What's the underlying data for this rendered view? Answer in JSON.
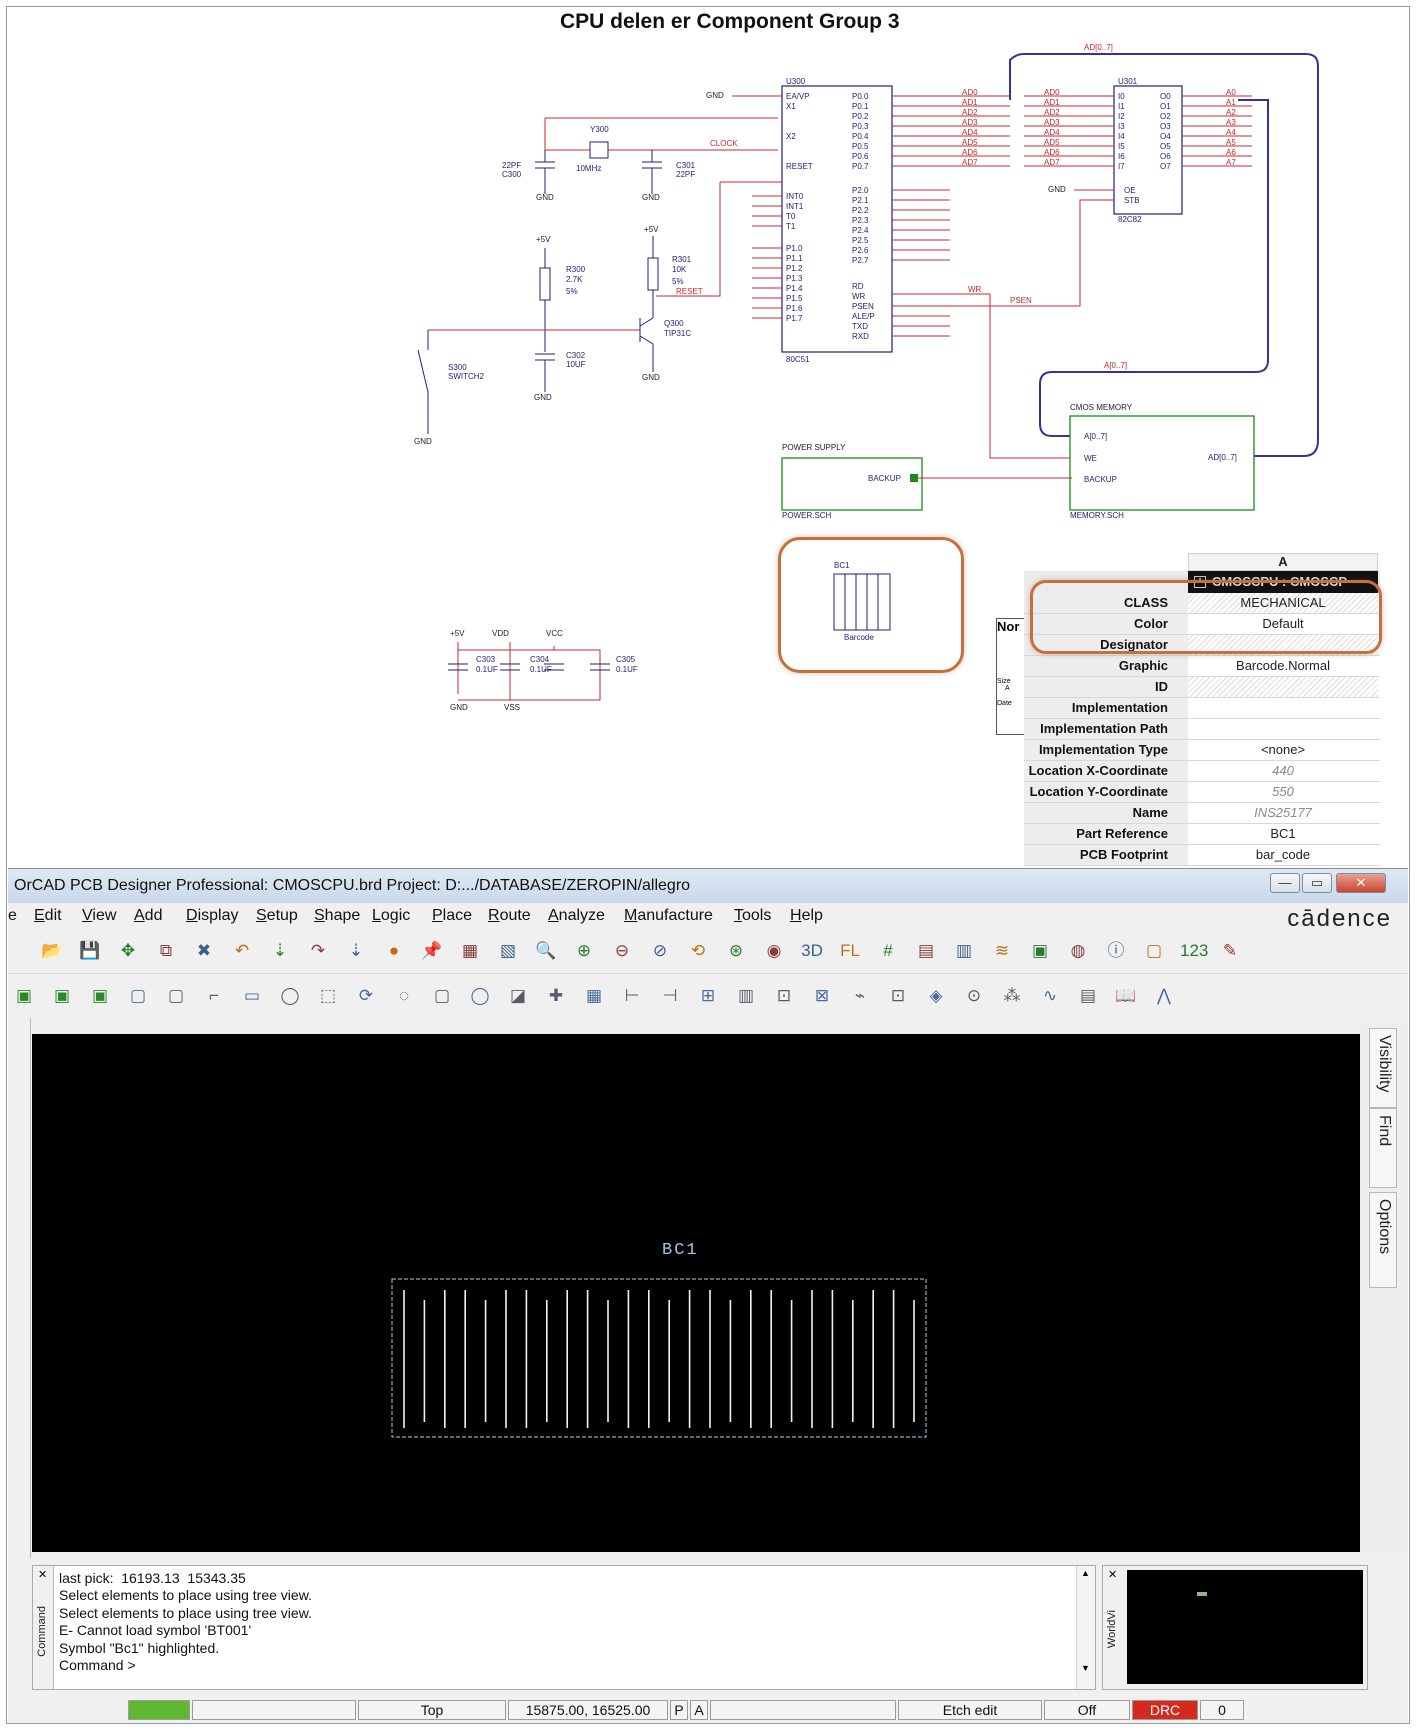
{
  "schematic": {
    "title": "CPU delen er Component Group 3",
    "barcode_ref": "BC1",
    "barcode_name": "Barcode",
    "labels": {
      "u300": "U300",
      "u300_type": "80C51",
      "u301": "U301",
      "u301_type": "82C82",
      "y300": "Y300",
      "y300_val": "10MHz",
      "c300": "C300",
      "c300_val": "22PF",
      "c301": "C301",
      "c301_val": "22PF",
      "r300": "R300",
      "r300_val": "2.7K",
      "r300_tol": "5%",
      "r301": "R301",
      "r301_val": "10K",
      "r301_tol": "5%",
      "c302": "C302",
      "c302_val": "10UF",
      "q300": "Q300",
      "q300_type": "TIP31C",
      "s300": "S300",
      "s300_type": "SWITCH2",
      "gnd": "GND",
      "plus5v": "+5V",
      "vdd": "VDD",
      "vcc": "VCC",
      "vss": "VSS",
      "c303": "C303",
      "c304": "C304",
      "c305": "C305",
      "cap_val": "0.1UF",
      "clock": "CLOCK",
      "reset": "RESET",
      "wr": "WR",
      "psen": "PSEN",
      "ad_bus": "AD[0..7]",
      "a_bus": "A[0..7]",
      "power_supply": "POWER SUPPLY",
      "power_sch": "POWER.SCH",
      "backup": "BACKUP",
      "cmos_memory": "CMOS MEMORY",
      "memory_sch": "MEMORY.SCH",
      "mem_a": "A[0..7]",
      "mem_we": "WE",
      "mem_ad": "AD[0..7]",
      "u300_pins_left": [
        "EA/VP",
        "X1",
        "X2",
        "RESET",
        "INT0",
        "INT1",
        "T0",
        "T1",
        "P1.0",
        "P1.1",
        "P1.2",
        "P1.3",
        "P1.4",
        "P1.5",
        "P1.6",
        "P1.7"
      ],
      "u300_pins_p0": [
        "P0.0",
        "P0.1",
        "P0.2",
        "P0.3",
        "P0.4",
        "P0.5",
        "P0.6",
        "P0.7"
      ],
      "u300_pins_p2": [
        "P2.0",
        "P2.1",
        "P2.2",
        "P2.3",
        "P2.4",
        "P2.5",
        "P2.6",
        "P2.7"
      ],
      "u300_pins_misc": [
        "RD",
        "WR",
        "PSEN",
        "ALE/P",
        "TXD",
        "RXD"
      ],
      "u301_in": [
        "I0",
        "I1",
        "I2",
        "I3",
        "I4",
        "I5",
        "I6",
        "I7"
      ],
      "u301_out": [
        "O0",
        "O1",
        "O2",
        "O3",
        "O4",
        "O5",
        "O6",
        "O7"
      ],
      "u301_ctrl": [
        "OE",
        "STB"
      ],
      "ad_nets": [
        "AD0",
        "AD1",
        "AD2",
        "AD3",
        "AD4",
        "AD5",
        "AD6",
        "AD7"
      ],
      "a_nets": [
        "A0",
        "A1",
        "A2",
        "A3",
        "A4",
        "A5",
        "A6",
        "A7"
      ]
    }
  },
  "properties": {
    "column_header": "A",
    "group_label": "CMOSCPU : CMOSCP",
    "rows": [
      {
        "name": "CLASS",
        "value": "MECHANICAL",
        "style": "hatch"
      },
      {
        "name": "Color",
        "value": "Default",
        "style": ""
      },
      {
        "name": "Designator",
        "value": "",
        "style": "hatch"
      },
      {
        "name": "Graphic",
        "value": "Barcode.Normal",
        "style": ""
      },
      {
        "name": "ID",
        "value": "",
        "style": "hatch"
      },
      {
        "name": "Implementation",
        "value": "",
        "style": ""
      },
      {
        "name": "Implementation Path",
        "value": "",
        "style": ""
      },
      {
        "name": "Implementation Type",
        "value": "<none>",
        "style": ""
      },
      {
        "name": "Location X-Coordinate",
        "value": "440",
        "style": "gray"
      },
      {
        "name": "Location Y-Coordinate",
        "value": "550",
        "style": "gray"
      },
      {
        "name": "Name",
        "value": "INS25177",
        "style": "gray"
      },
      {
        "name": "Part Reference",
        "value": "BC1",
        "style": ""
      },
      {
        "name": "PCB Footprint",
        "value": "bar_code",
        "style": ""
      }
    ],
    "title_block": {
      "name": "Nor",
      "size_label": "Size",
      "size_value": "A",
      "date_label": "Date"
    }
  },
  "app": {
    "title": "OrCAD PCB Designer Professional: CMOSCPU.brd  Project: D:.../DATABASE/ZEROPIN/allegro",
    "brand": "cādence",
    "window_buttons": {
      "minimize": "—",
      "maximize": "▭",
      "close": "✕"
    },
    "menu": [
      "e",
      "Edit",
      "View",
      "Add",
      "Display",
      "Setup",
      "Shape",
      "Logic",
      "Place",
      "Route",
      "Analyze",
      "Manufacture",
      "Tools",
      "Help"
    ],
    "side_tabs": [
      "Visibility",
      "Find",
      "Options"
    ],
    "canvas": {
      "ref_label": "BC1",
      "bar_count": 26
    },
    "command": {
      "label": "Command",
      "lines": [
        "last pick:  16193.13  15343.35",
        "Select elements to place using tree view.",
        "Select elements to place using tree view.",
        "E- Cannot load symbol 'BT001'",
        "Symbol \"Bc1\" highlighted.",
        "Command >"
      ]
    },
    "worldview": {
      "label": "WorldVi"
    },
    "status": {
      "layer": "Top",
      "coords": "15875.00, 16525.00",
      "p_button": "P",
      "a_button": "A",
      "mode": "Etch edit",
      "off": "Off",
      "drc": "DRC",
      "drc_count": "0"
    },
    "toolbar_icons": [
      "open-icon",
      "save-icon",
      "move-icon",
      "copy-icon",
      "delete-icon",
      "undo-icon",
      "redo-icon",
      "pin-icon",
      "grid-icon",
      "zoom-fit-icon",
      "zoom-in-icon",
      "zoom-out-icon",
      "3d-icon",
      "flip-icon",
      "info-icon",
      "measure-icon",
      "eraser-icon"
    ]
  }
}
